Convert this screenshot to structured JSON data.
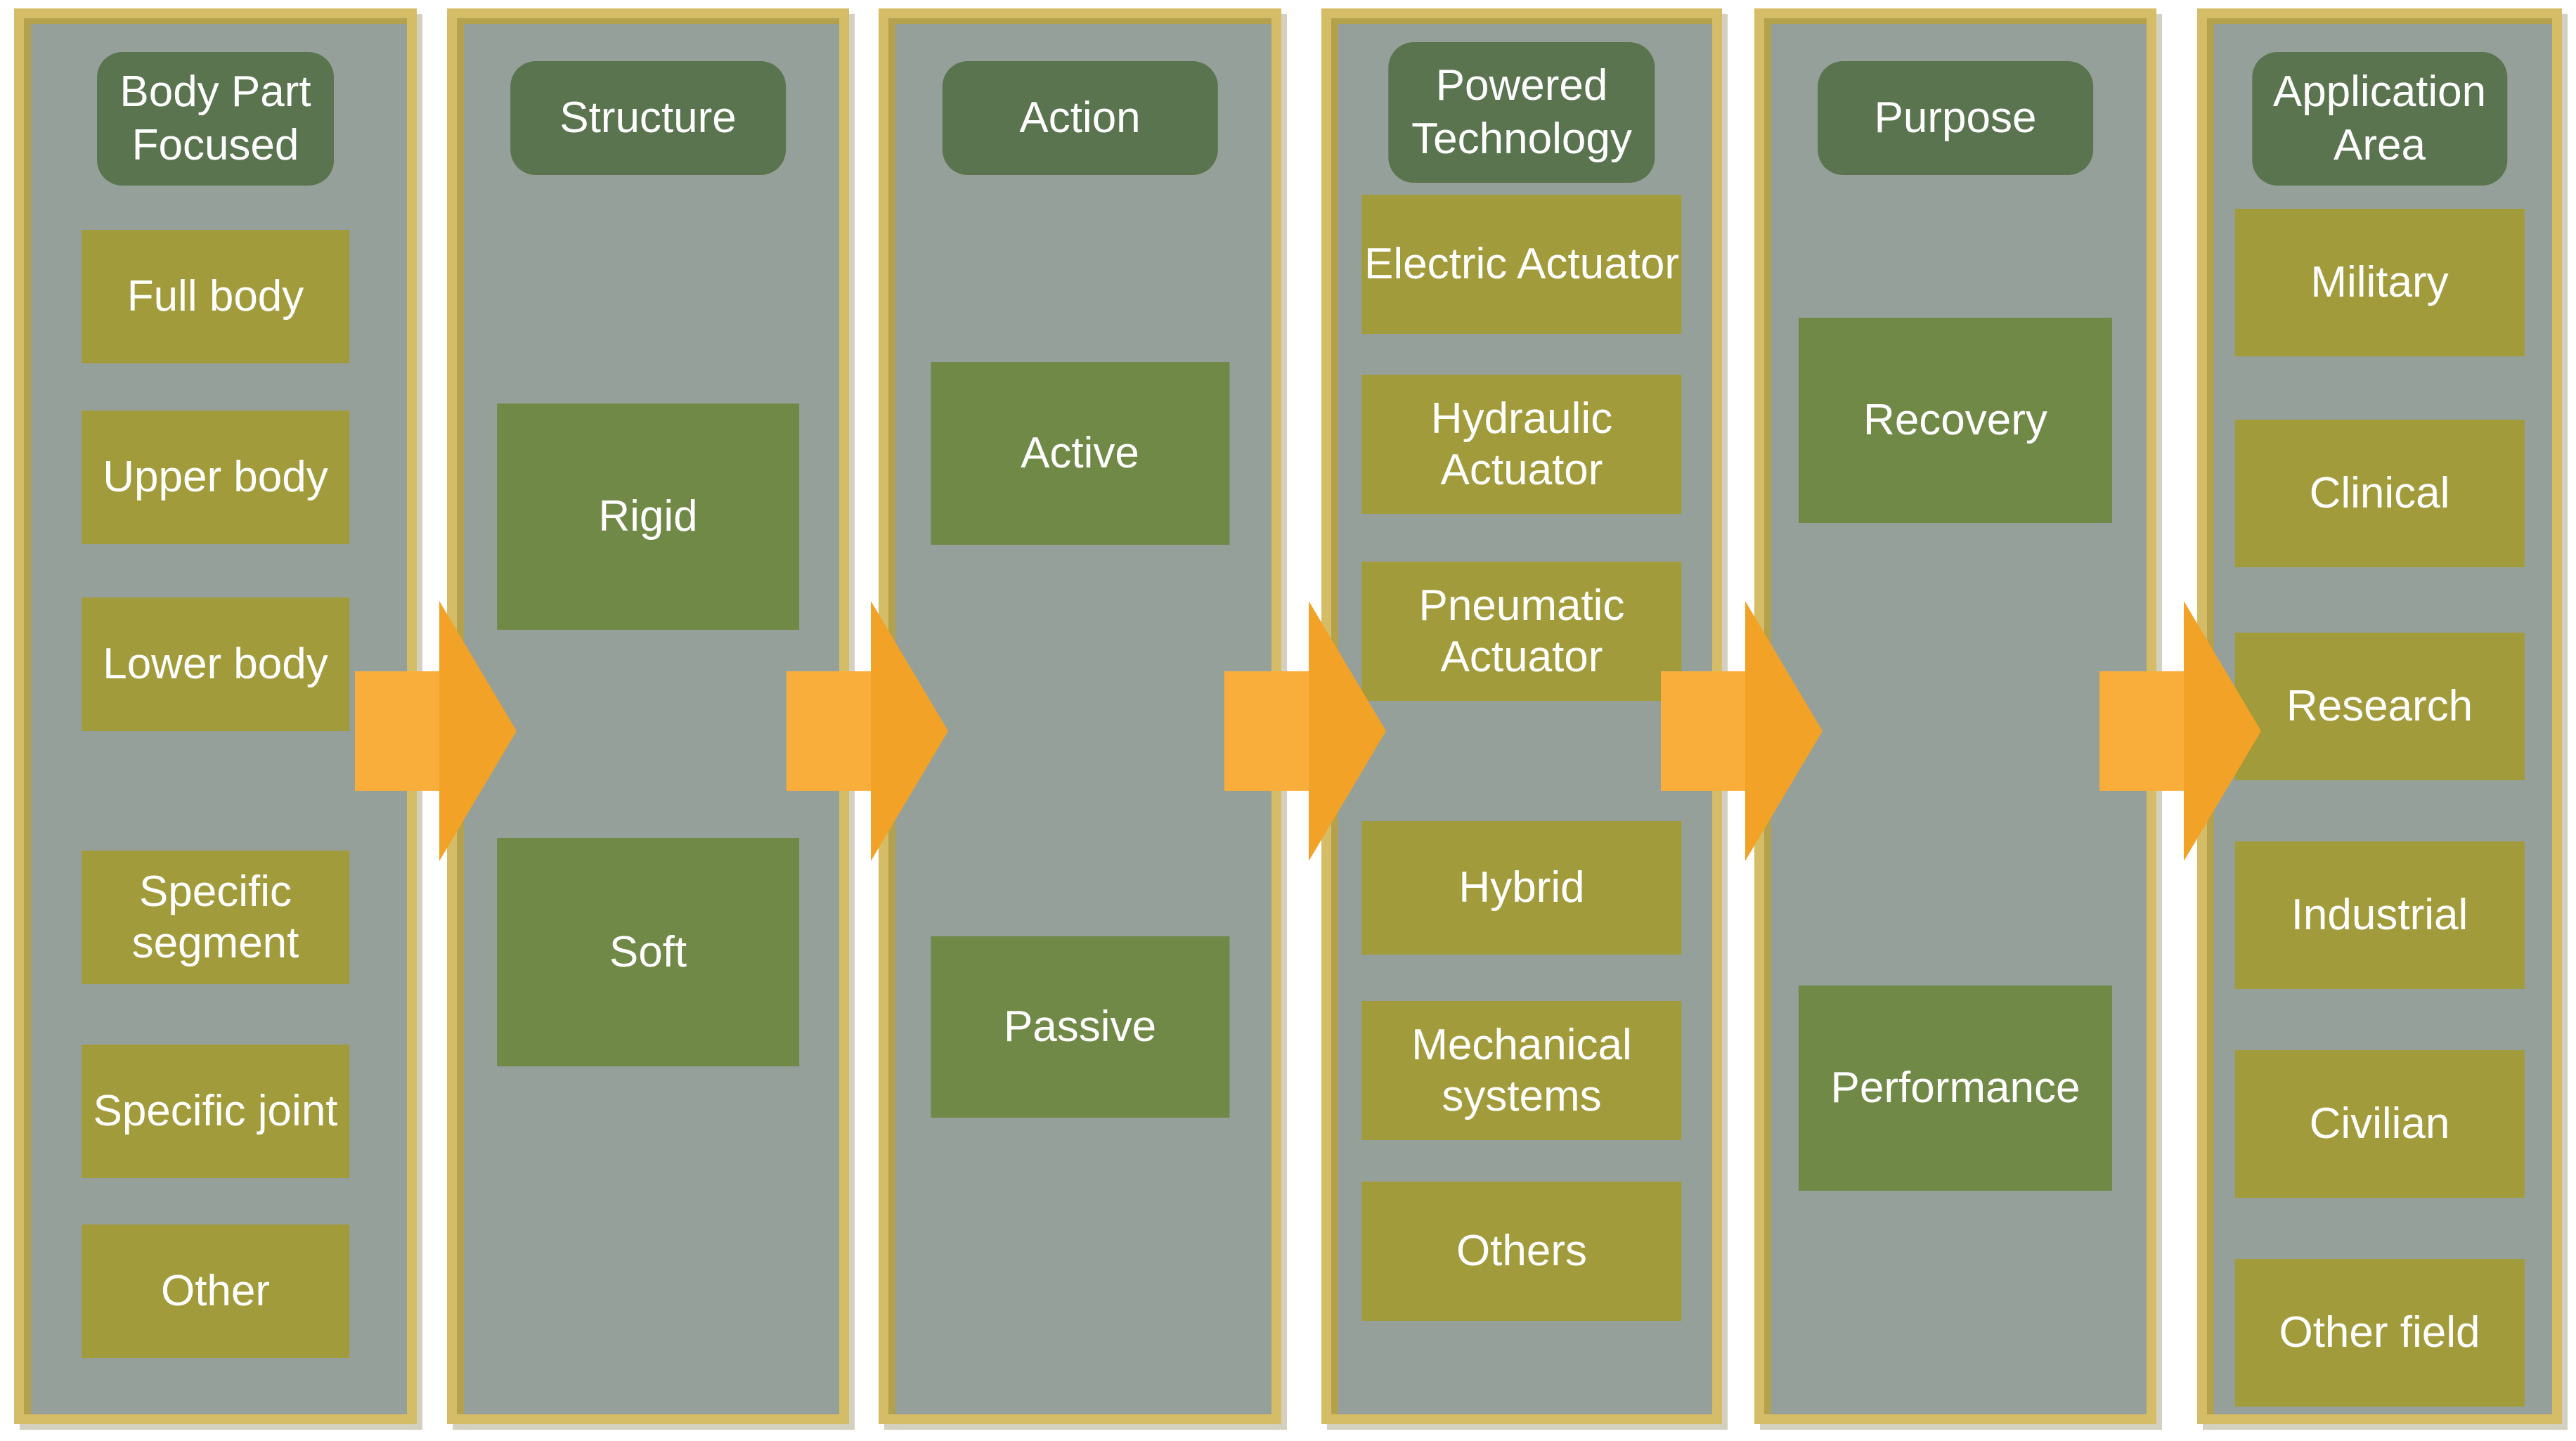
{
  "colors": {
    "panel_gray": "#96A09A",
    "frame_gold": "#D5BC66",
    "frame_gold_dark": "#B3A14E",
    "header_green": "#5A744F",
    "box_green": "#708947",
    "box_olive": "#A29B3B",
    "arrow_orange_tail": "#F9AE3C",
    "arrow_orange_head": "#F2A227",
    "text": "#FFFFFF"
  },
  "columns": [
    {
      "header": "Body Part Focused",
      "items": [
        "Full body",
        "Upper body",
        "Lower body",
        "Specific segment",
        "Specific joint",
        "Other"
      ]
    },
    {
      "header": "Structure",
      "items": [
        "Rigid",
        "Soft"
      ]
    },
    {
      "header": "Action",
      "items": [
        "Active",
        "Passive"
      ]
    },
    {
      "header": "Powered Technology",
      "items": [
        "Electric Actuator",
        "Hydraulic Actuator",
        "Pneumatic Actuator",
        "Hybrid",
        "Mechanical systems",
        "Others"
      ]
    },
    {
      "header": "Purpose",
      "items": [
        "Recovery",
        "Performance"
      ]
    },
    {
      "header": "Application Area",
      "items": [
        "Military",
        "Clinical",
        "Research",
        "Industrial",
        "Civilian",
        "Other field"
      ]
    }
  ]
}
